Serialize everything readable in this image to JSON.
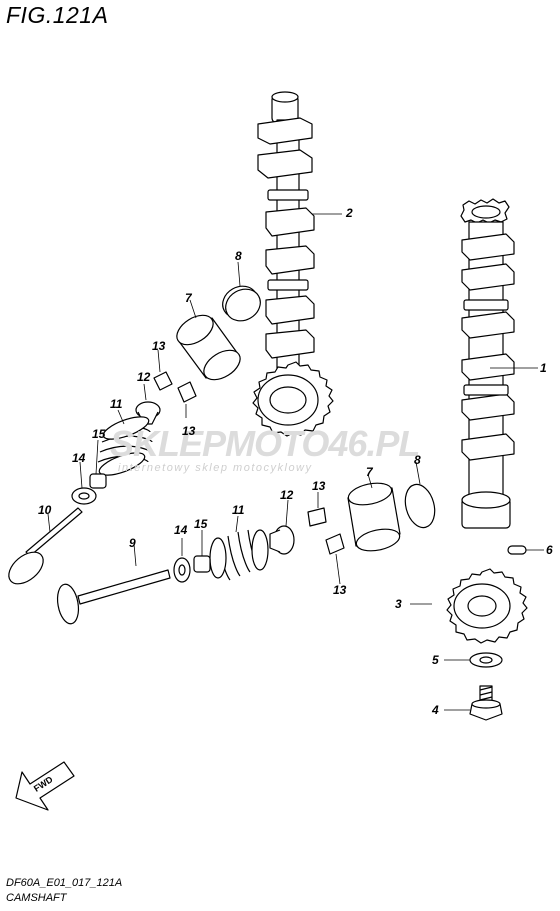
{
  "header": {
    "title": "FIG.121A"
  },
  "footer": {
    "code": "DF60A_E01_017_121A",
    "name": "CAMSHAFT"
  },
  "watermark": {
    "main": "SKLEPMOTO46.PL",
    "sub": "internetowy sklep motocyklowy"
  },
  "fwd_marker": {
    "label": "FWD"
  },
  "callouts": [
    {
      "id": "c1",
      "label": "1"
    },
    {
      "id": "c2",
      "label": "2"
    },
    {
      "id": "c3",
      "label": "3"
    },
    {
      "id": "c4",
      "label": "4"
    },
    {
      "id": "c5",
      "label": "5"
    },
    {
      "id": "c6",
      "label": "6"
    },
    {
      "id": "c7a",
      "label": "7"
    },
    {
      "id": "c7b",
      "label": "7"
    },
    {
      "id": "c8a",
      "label": "8"
    },
    {
      "id": "c8b",
      "label": "8"
    },
    {
      "id": "c9",
      "label": "9"
    },
    {
      "id": "c10",
      "label": "10"
    },
    {
      "id": "c11a",
      "label": "11"
    },
    {
      "id": "c11b",
      "label": "11"
    },
    {
      "id": "c12a",
      "label": "12"
    },
    {
      "id": "c12b",
      "label": "12"
    },
    {
      "id": "c13a",
      "label": "13"
    },
    {
      "id": "c13b",
      "label": "13"
    },
    {
      "id": "c13c",
      "label": "13"
    },
    {
      "id": "c13d",
      "label": "13"
    },
    {
      "id": "c14a",
      "label": "14"
    },
    {
      "id": "c14b",
      "label": "14"
    },
    {
      "id": "c15a",
      "label": "15"
    },
    {
      "id": "c15b",
      "label": "15"
    }
  ],
  "colors": {
    "line": "#000000",
    "watermark": "#dcdcdc",
    "background": "#ffffff"
  }
}
